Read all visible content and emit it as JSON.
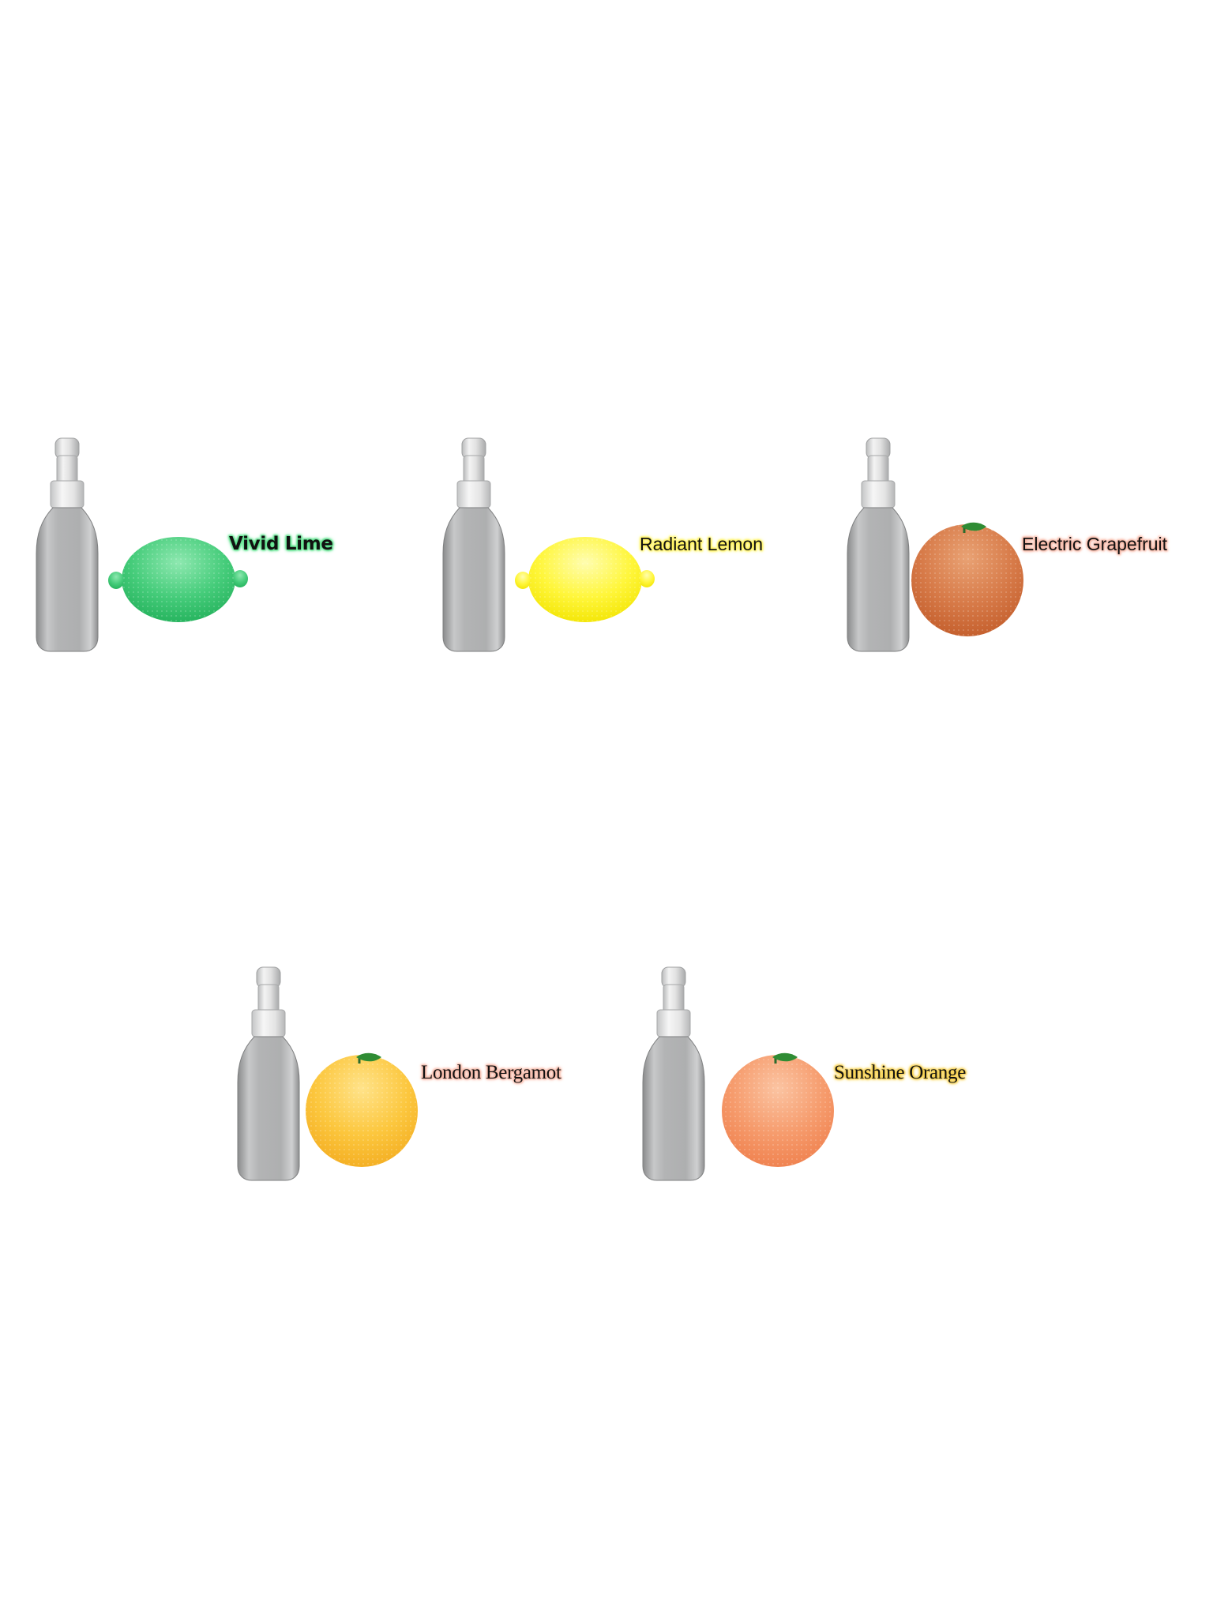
{
  "products": [
    {
      "name": "Vivid Lime",
      "fruit_icon": "lime-icon",
      "glow_color": "#5ee38e",
      "fruit_colors": {
        "light": "#8ee8b0",
        "mid": "#45cc7a",
        "dark": "#22b05a"
      }
    },
    {
      "name": "Radiant Lemon",
      "fruit_icon": "lemon-icon",
      "glow_color": "#fff25a",
      "fruit_colors": {
        "light": "#fffdb0",
        "mid": "#fff63a",
        "dark": "#f2e400"
      }
    },
    {
      "name": "Electric Grapefruit",
      "fruit_icon": "grapefruit-icon",
      "glow_color": "#f6b6a4",
      "fruit_colors": {
        "light": "#e9a274",
        "mid": "#d77a48",
        "dark": "#c25c2a"
      }
    },
    {
      "name": "London Bergamot",
      "fruit_icon": "bergamot-icon",
      "glow_color": "#f7b9a8",
      "fruit_colors": {
        "light": "#ffe38a",
        "mid": "#fcc73e",
        "dark": "#f3ac20"
      }
    },
    {
      "name": "Sunshine Orange",
      "fruit_icon": "orange-icon",
      "glow_color": "#f7d04a",
      "fruit_colors": {
        "light": "#fbc4a2",
        "mid": "#f69b6c",
        "dark": "#ef7f4c"
      }
    }
  ],
  "bottle_icon": "spray-bottle-icon",
  "leaf_color": "#2f8c34"
}
